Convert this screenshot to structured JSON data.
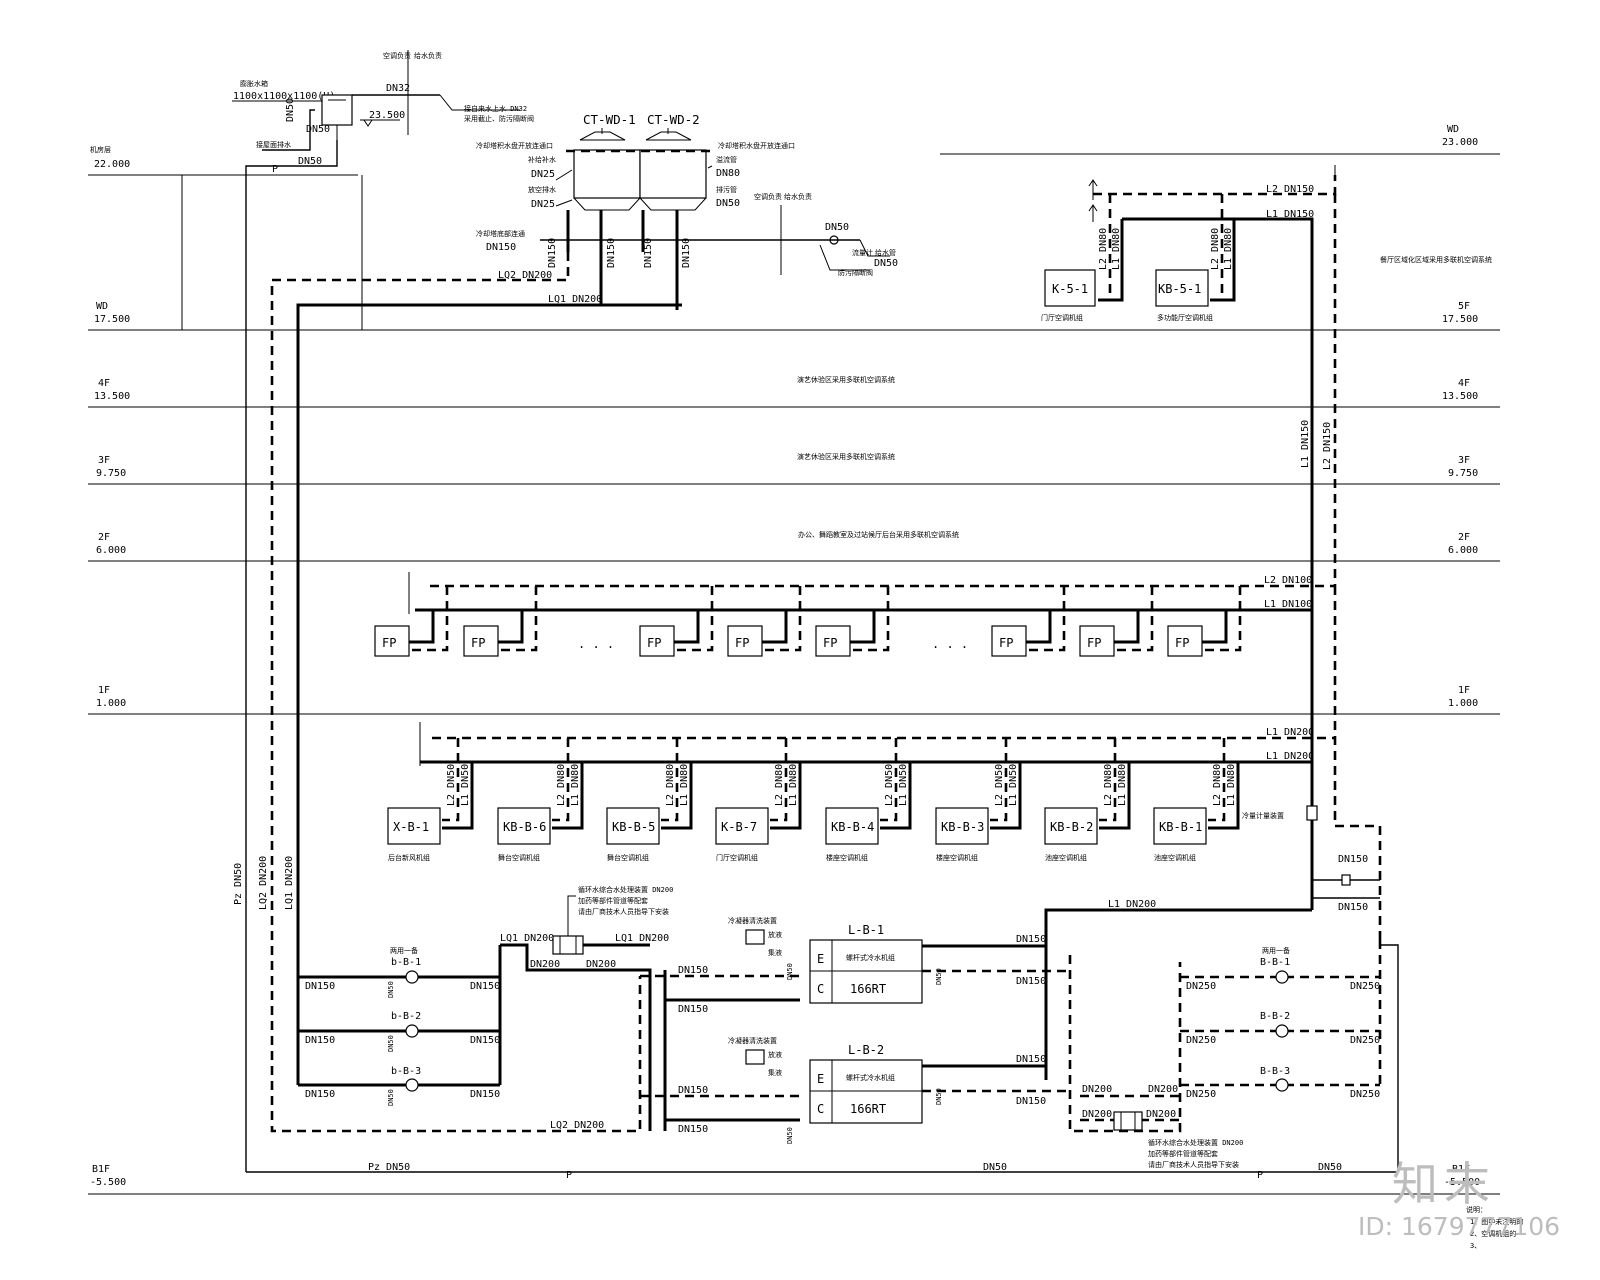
{
  "floors": [
    {
      "left_name": "机房层",
      "left_elev": "22.000",
      "right_name": "WD",
      "right_elev": "23.000"
    },
    {
      "left_name": "WD",
      "left_elev": "17.500",
      "right_name": "5F",
      "right_elev": "17.500"
    },
    {
      "left_name": "4F",
      "left_elev": "13.500",
      "right_name": "4F",
      "right_elev": "13.500"
    },
    {
      "left_name": "3F",
      "left_elev": "9.750",
      "right_name": "3F",
      "right_elev": "9.750"
    },
    {
      "left_name": "2F",
      "left_elev": "6.000",
      "right_name": "2F",
      "right_elev": "6.000"
    },
    {
      "left_name": "1F",
      "left_elev": "1.000",
      "right_name": "1F",
      "right_elev": "1.000"
    },
    {
      "left_name": "B1F",
      "left_elev": "-5.500",
      "right_name": "B1F",
      "right_elev": "-5.500"
    }
  ],
  "zone_notes": {
    "f45": "演艺休验区采用多联机空调系统",
    "f34": "演艺休验区采用多联机空调系统",
    "f23": "办公、舞蹈教室及过站候厅后台采用多联机空调系统",
    "roof_right": "餐厅区域化区域采用多联机空调系统"
  },
  "expansion_tank": {
    "name": "膨胀水箱",
    "size": "1100x1100x1100(H)",
    "elev": "23.500",
    "top_note_1": "空调负责",
    "top_note_2": "给水负责",
    "pipe_dn32": "DN32",
    "makeup_note": "接自来水上水 DN32",
    "makeup_note_2": "采用截止、防污隔断阀",
    "overflow": "接屋面排水",
    "dn50_v": "DN50",
    "dn50_b": "DN50",
    "dn50_h": "DN50",
    "p_mark": "P"
  },
  "towers": {
    "names": [
      "CT-WD-1",
      "CT-WD-2"
    ],
    "left_note_1": "冷却塔积水盘开放连通口",
    "right_note_1": "冷却塔积水盘开放连通口",
    "makeup_label": "补给补水",
    "makeup_dn": "DN25",
    "drain_label": "放空排水",
    "drain_dn": "DN25",
    "overflow_label": "溢流管",
    "overflow_dn": "DN80",
    "drain2_label": "排污管",
    "drain2_dn": "DN50",
    "bottom_note": "冷却塔底部连通",
    "bottom_dn": "DN150",
    "riser_dn": [
      "DN150",
      "DN150",
      "DN150",
      "DN150"
    ],
    "water_note_1": "空调负责",
    "water_note_2": "给水负责",
    "water_dn": "DN50",
    "meter_note": "流量计",
    "backflow_note": "防污隔断阀",
    "inlet_note": "给水管",
    "inlet_dn": "DN50"
  },
  "cooling_mains": {
    "lq2": "LQ2 DN200",
    "lq1": "LQ1 DN200",
    "pz": "Pz DN50",
    "lq2_v": "LQ2 DN200",
    "lq1_v": "LQ1 DN200",
    "lq2_bottom": "LQ2 DN200",
    "p": "P"
  },
  "roof_units": [
    {
      "tag": "K-5-1",
      "desc": "门厅空调机组",
      "l2": "L2 DN80",
      "l1": "L1 DN80"
    },
    {
      "tag": "KB-5-1",
      "desc": "多功能厅空调机组",
      "l2": "L2 DN80",
      "l1": "L1 DN80"
    }
  ],
  "roof_mains": {
    "l2": "L2 DN150",
    "l1": "L1 DN150",
    "l1_v": "L1 DN150",
    "l2_v": "L2 DN150"
  },
  "fp_row": {
    "label": "FP",
    "ellipsis": ". . .",
    "l2": "L2 DN100",
    "l1": "L1 DN100"
  },
  "ahu_row": {
    "l1_top": "L1 DN200",
    "l1_bot": "L1 DN200",
    "units": [
      {
        "tag": "X-B-1",
        "desc": "后台新风机组",
        "l2": "L2 DN50",
        "l1": "L1 DN50"
      },
      {
        "tag": "KB-B-6",
        "desc": "舞台空调机组",
        "l2": "L2 DN80",
        "l1": "L1 DN80"
      },
      {
        "tag": "KB-B-5",
        "desc": "舞台空调机组",
        "l2": "L2 DN80",
        "l1": "L1 DN80"
      },
      {
        "tag": "K-B-7",
        "desc": "门厅空调机组",
        "l2": "L2 DN80",
        "l1": "L1 DN80"
      },
      {
        "tag": "KB-B-4",
        "desc": "楼座空调机组",
        "l2": "L2 DN50",
        "l1": "L1 DN50"
      },
      {
        "tag": "KB-B-3",
        "desc": "楼座空调机组",
        "l2": "L2 DN50",
        "l1": "L1 DN50"
      },
      {
        "tag": "KB-B-2",
        "desc": "池座空调机组",
        "l2": "L2 DN80",
        "l1": "L1 DN80"
      },
      {
        "tag": "KB-B-1",
        "desc": "池座空调机组",
        "l2": "L2 DN80",
        "l1": "L1 DN80"
      }
    ]
  },
  "plant": {
    "meter_note": "冷量计量装置",
    "bypass_dn": "DN150",
    "bypass_dn2": "DN150",
    "l1_main": "L1 DN200",
    "cw_group": "两用一备",
    "cw_pumps": [
      "b-B-1",
      "b-B-2",
      "b-B-3"
    ],
    "cw_dn": "DN150",
    "cw_dn50": "DN50",
    "dosing_note_1": "循环水综合水处理装置 DN200",
    "dosing_note_2": "加药等部件管道等配套",
    "dosing_note_3": "请由厂商技术人员指导下安装",
    "lq1_dn200": "LQ1 DN200",
    "lq1_dn200_b": "LQ1 DN200",
    "dn200": "DN200",
    "cleaner_note": "冷凝器清洗装置",
    "cleaner_a": "放液",
    "cleaner_b": "集液",
    "chillers": [
      {
        "tag": "L-B-1",
        "type": "螺杆式冷水机组",
        "cap": "166RT",
        "e": "E",
        "c": "C"
      },
      {
        "tag": "L-B-2",
        "type": "螺杆式冷水机组",
        "cap": "166RT",
        "e": "E",
        "c": "C"
      }
    ],
    "ch_dn150": "DN150",
    "ch_dn50": "DN50",
    "chw_group": "两用一备",
    "chw_pumps": [
      "B-B-1",
      "B-B-2",
      "B-B-3"
    ],
    "chw_dn": "DN250",
    "chw_dn200": "DN200",
    "chw_dosing_note_1": "循环水综合水处理装置 DN200",
    "chw_dosing_note_2": "加药等部件管道等配套",
    "chw_dosing_note_3": "请由厂商技术人员指导下安装",
    "pz_bottom": "Pz DN50",
    "dn50_bottom": "DN50",
    "dn50_bottom_r": "DN50",
    "p": "P"
  },
  "notes_partial": {
    "title": "说明：",
    "n1": "1、图中未注明的",
    "n2": "2、空调机组的",
    "n3": "3、"
  },
  "watermark": {
    "logo": "知末",
    "id": "ID: 1679777106"
  }
}
